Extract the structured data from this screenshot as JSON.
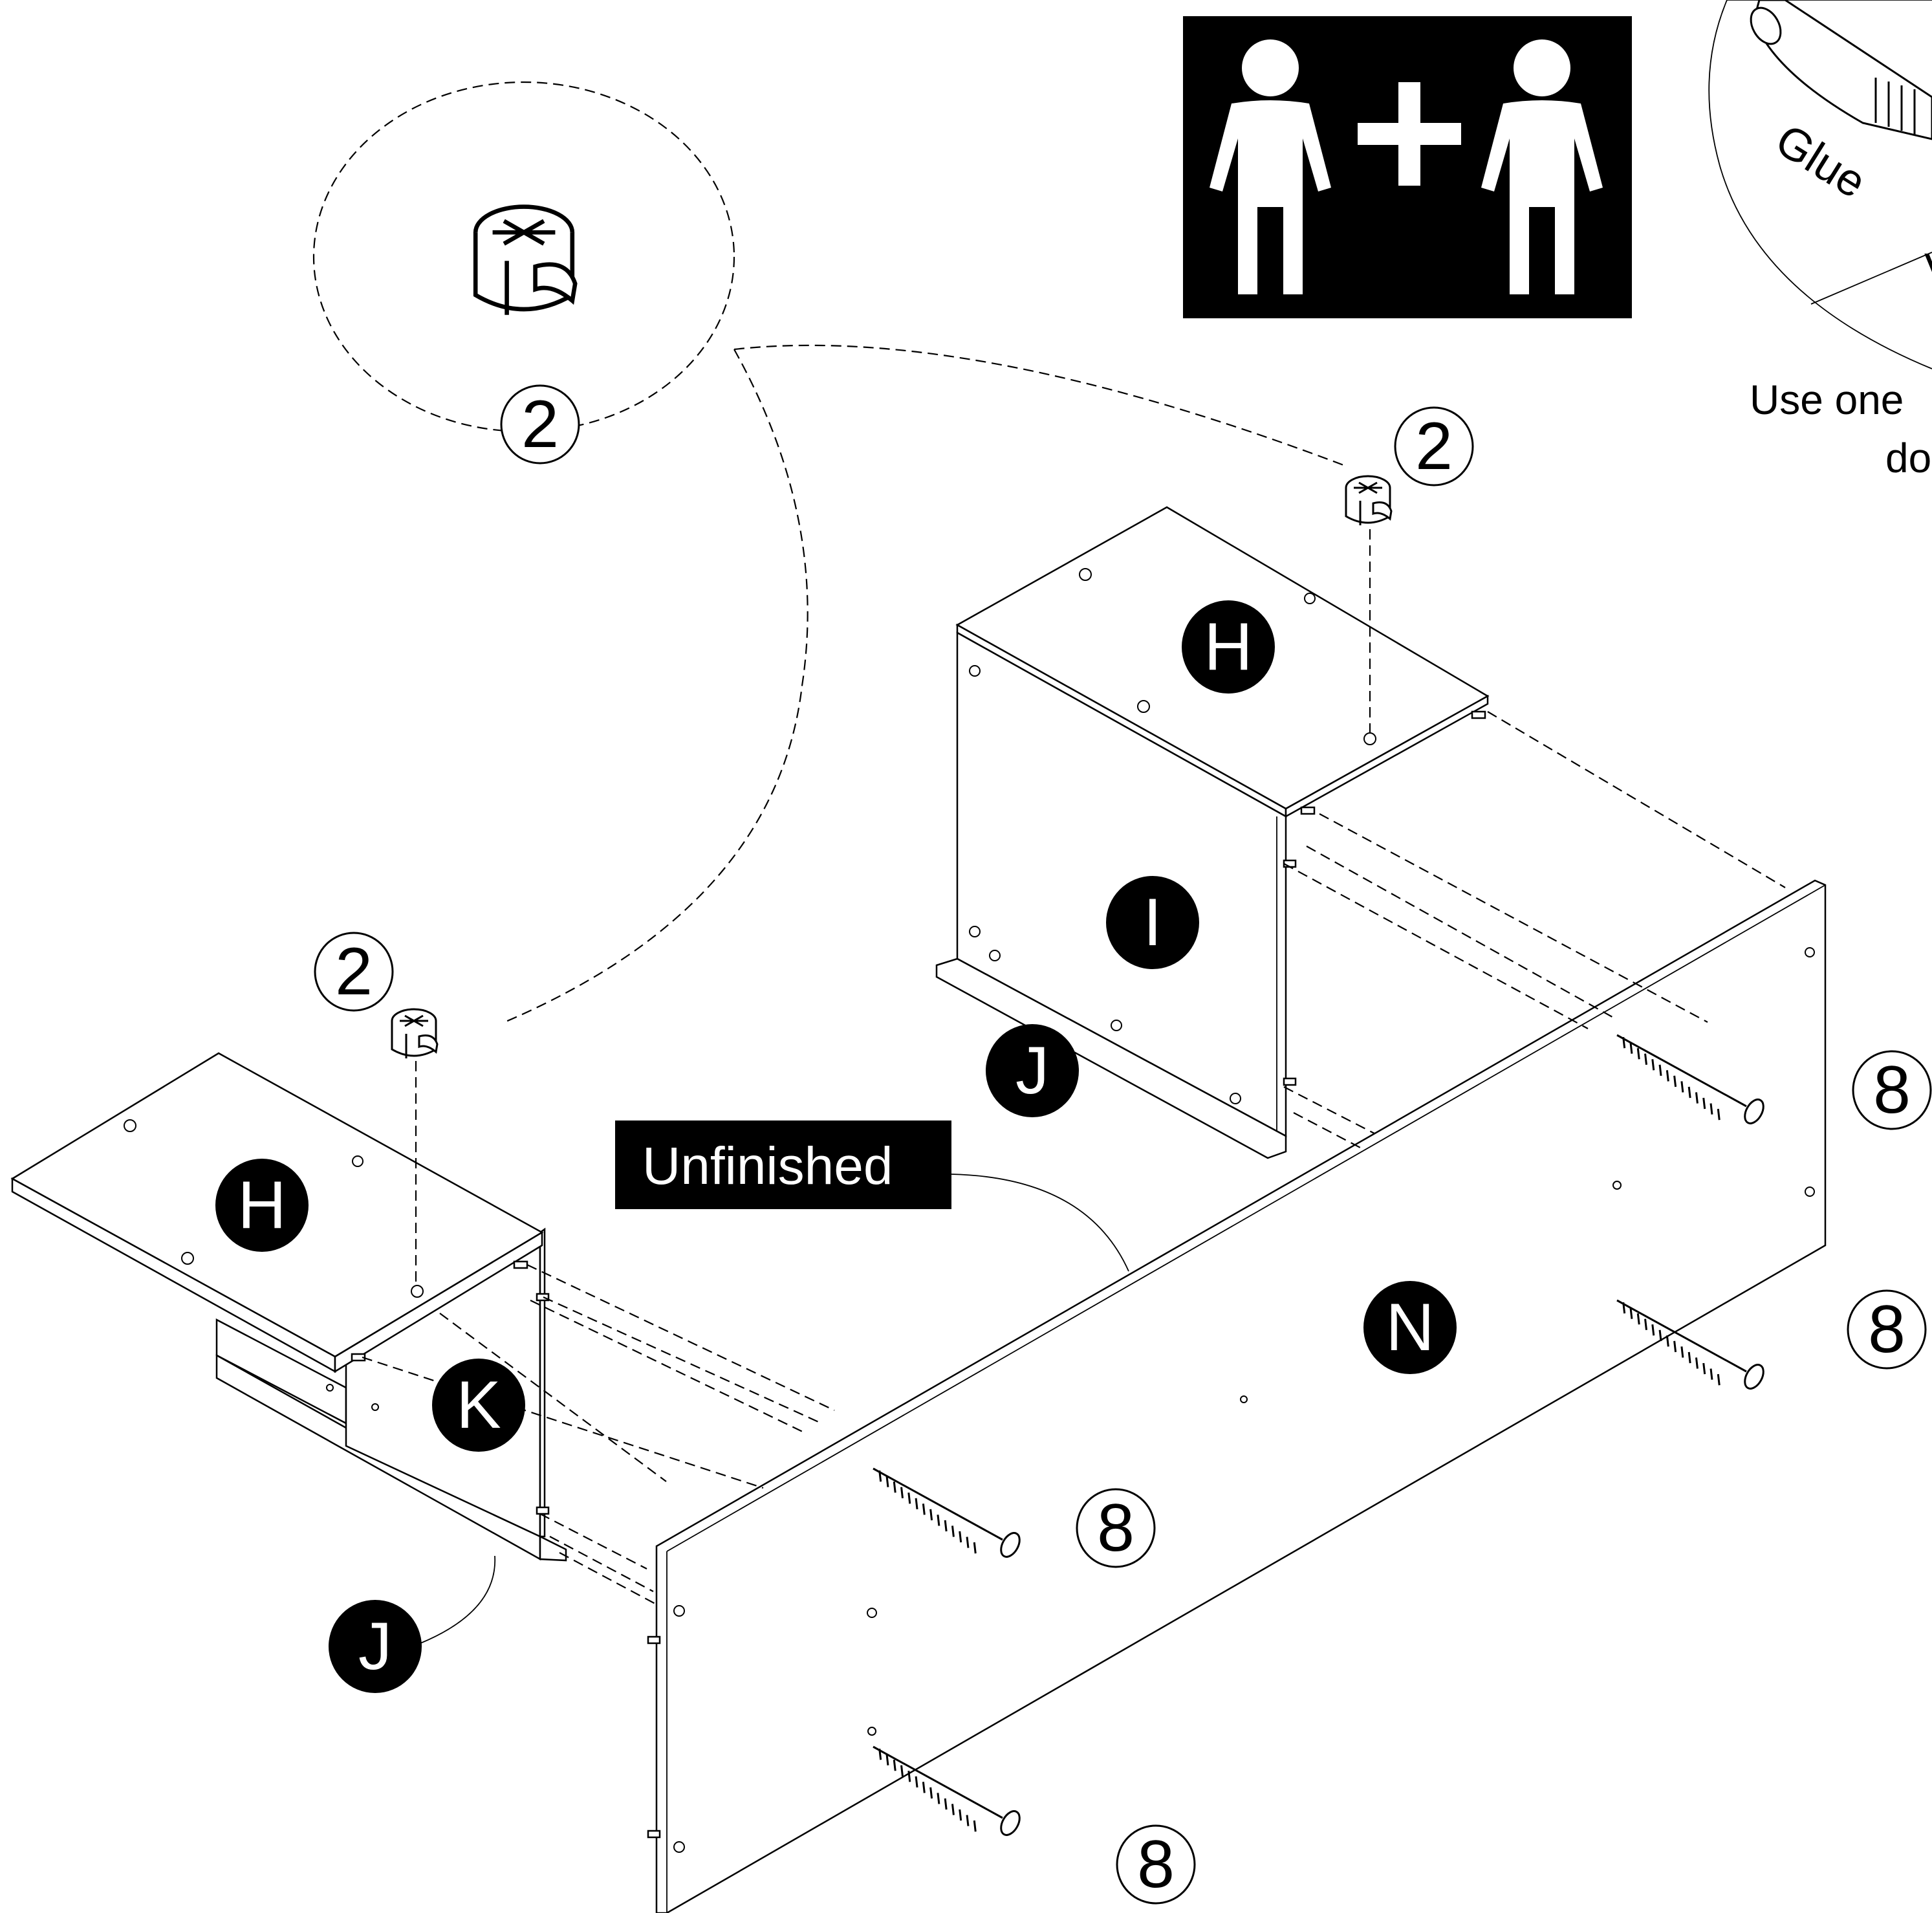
{
  "parts": {
    "h_top": "H",
    "i": "I",
    "j_top": "J",
    "h_left": "H",
    "k": "K",
    "j_left": "J",
    "n": "N"
  },
  "quantities": {
    "cam_lock_detail": "2",
    "cam_lock_top": "2",
    "cam_lock_left": "2",
    "screw_upper_right": "8",
    "screw_lower_right": "8",
    "screw_middle": "8",
    "screw_bottom": "8"
  },
  "labels": {
    "unfinished": "Unfinished",
    "glue": "Glue",
    "glue_extra": "V",
    "note_line1": "Use one",
    "note_line2": "do"
  },
  "icons": {
    "two_person": "two-person-assembly-icon",
    "cam_lock": "cam-lock-icon",
    "screw": "screw-icon",
    "dowel": "wooden-dowel-icon"
  },
  "colors": {
    "ink": "#000000",
    "paper": "#ffffff"
  }
}
